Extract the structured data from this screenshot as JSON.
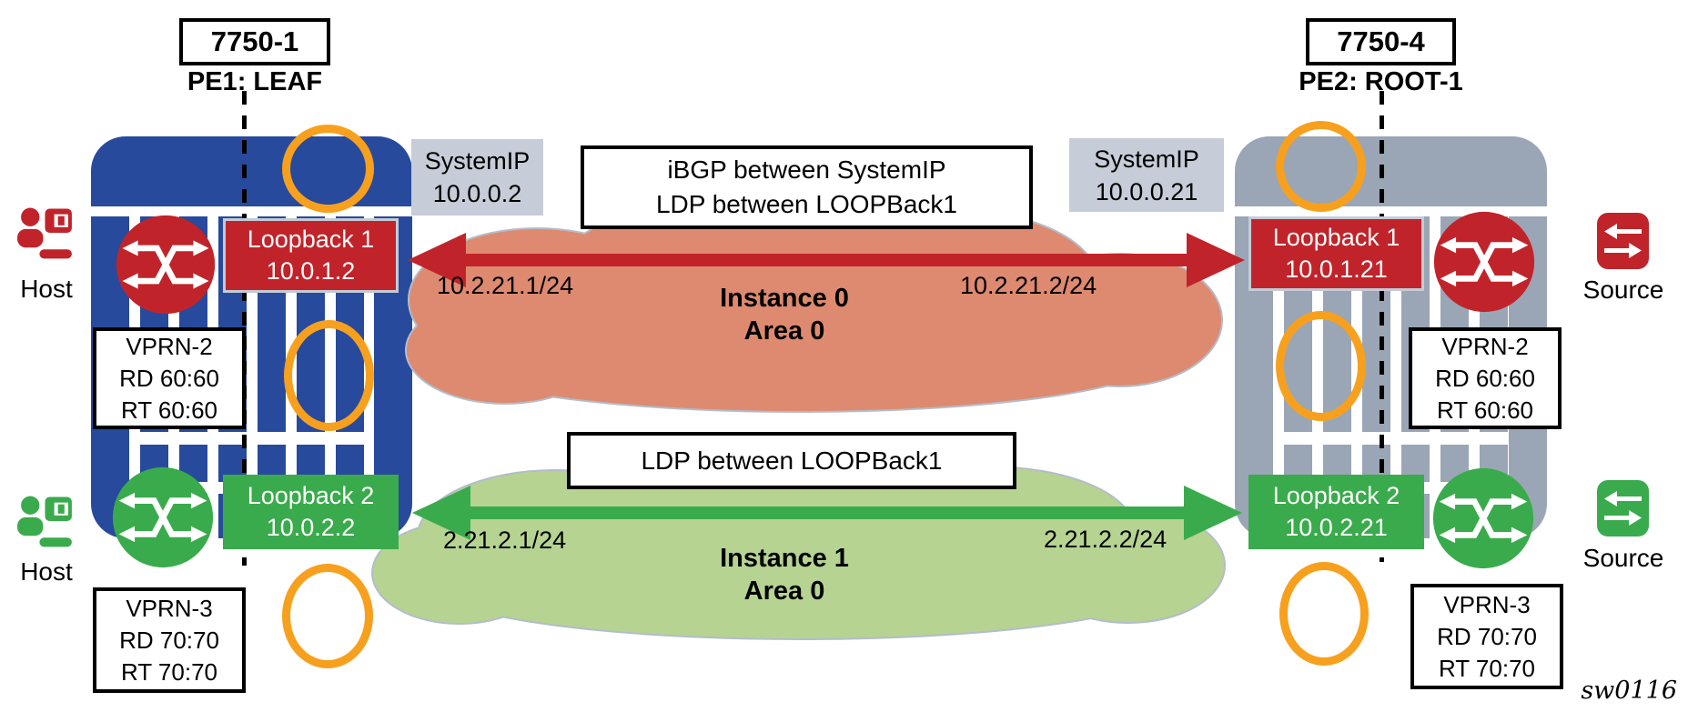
{
  "watermark": "sw0116",
  "left": {
    "title": "7750-1",
    "subtitle": "PE1: LEAF",
    "system_ip_label": "SystemIP",
    "system_ip": "10.0.0.2",
    "loopback1_label": "Loopback 1",
    "loopback1_ip": "10.0.1.2",
    "loopback2_label": "Loopback 2",
    "loopback2_ip": "10.0.2.2",
    "vprn2": [
      "VPRN-2",
      "RD 60:60",
      "RT 60:60"
    ],
    "vprn3": [
      "VPRN-3",
      "RD 70:70",
      "RT 70:70"
    ],
    "host_top": "Host",
    "host_bottom": "Host"
  },
  "right": {
    "title": "7750-4",
    "subtitle": "PE2: ROOT-1",
    "system_ip_label": "SystemIP",
    "system_ip": "10.0.0.21",
    "loopback1_label": "Loopback 1",
    "loopback1_ip": "10.0.1.21",
    "loopback2_label": "Loopback 2",
    "loopback2_ip": "10.0.2.21",
    "vprn2": [
      "VPRN-2",
      "RD 60:60",
      "RT 60:60"
    ],
    "vprn3": [
      "VPRN-3",
      "RD 70:70",
      "RT 70:70"
    ],
    "source_top": "Source",
    "source_bottom": "Source"
  },
  "center": {
    "ibgp_line1": "iBGP between SystemIP",
    "ibgp_line2": "LDP between LOOPBack1",
    "ldp_line": "LDP between LOOPBack1",
    "red_left_ip": "10.2.21.1/24",
    "red_right_ip": "10.2.21.2/24",
    "green_left_ip": "2.21.2.1/24",
    "green_right_ip": "2.21.2.2/24",
    "cloud0_line1": "Instance 0",
    "cloud0_line2": "Area 0",
    "cloud1_line1": "Instance 1",
    "cloud1_line2": "Area 0"
  },
  "icons": {
    "fabric_circle": "crossed-bidirectional-arrows-circle",
    "host": "user-with-workstation",
    "source": "two-way-traffic-square",
    "ring": "orange-port-ring"
  },
  "colors": {
    "router_blue": "#274a9c",
    "router_gray": "#9aa6b5",
    "red": "#c0242a",
    "green": "#3aab4c",
    "cloud_salmon": "#de8a70",
    "cloud_green": "#b6d392",
    "cloud_border": "#b3bdc9",
    "orange": "#f7a01e",
    "label_gray": "#c6cdd8"
  }
}
